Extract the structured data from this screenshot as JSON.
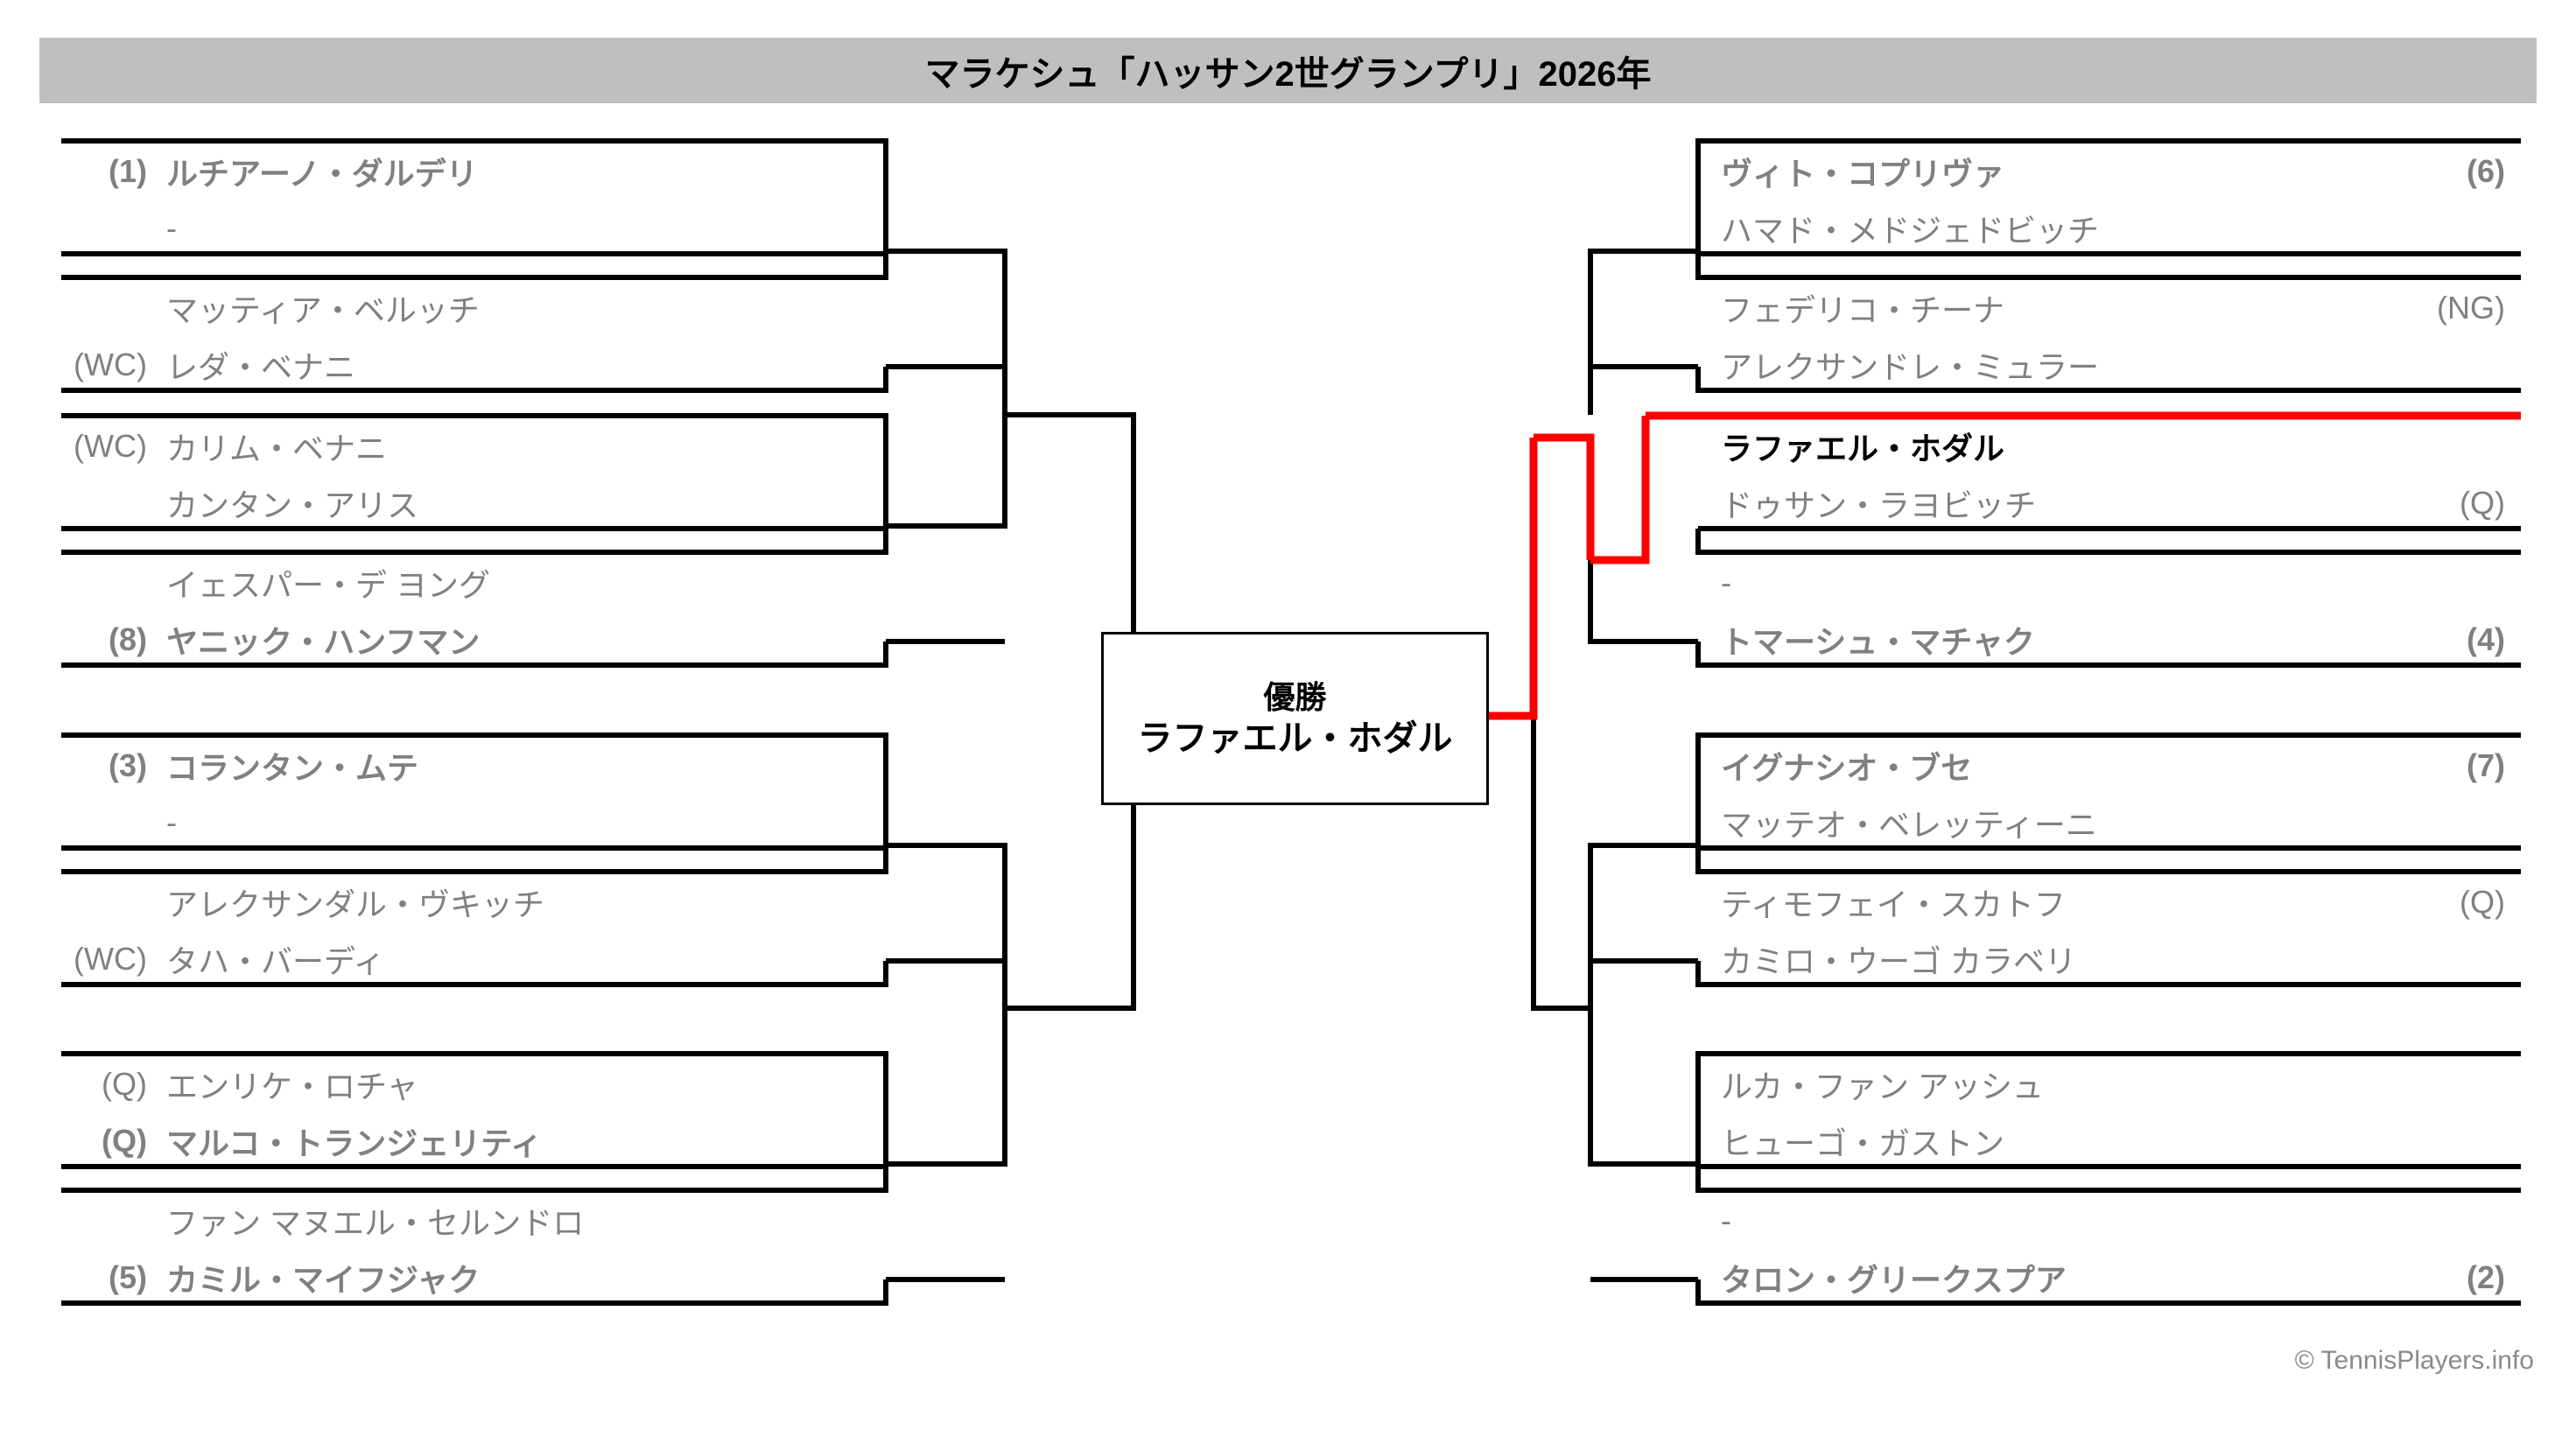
{
  "header": {
    "title": "マラケシュ「ハッサン2世グランプリ」2026年",
    "band_color": "#bfbfbf"
  },
  "colors": {
    "line": "#000000",
    "highlight": "#ff0000",
    "loser_text": "#808080",
    "winner_text": "#808080",
    "champion_text": "#000000"
  },
  "champion_box": {
    "label": "優勝",
    "name": "ラファエル・ホダル"
  },
  "left_half": {
    "slots": [
      {
        "seed": "(1)",
        "name": "ルチアーノ・ダルデリ",
        "state": "winner"
      },
      {
        "seed": "",
        "name": "-",
        "state": "loser"
      },
      {
        "seed": "",
        "name": "マッティア・ベルッチ",
        "state": "loser"
      },
      {
        "seed": "(WC)",
        "name": "レダ・ベナニ",
        "state": "loser"
      },
      {
        "seed": "(WC)",
        "name": "カリム・ベナニ",
        "state": "loser"
      },
      {
        "seed": "",
        "name": "カンタン・アリス",
        "state": "loser"
      },
      {
        "seed": "",
        "name": "イェスパー・デ ヨング",
        "state": "loser"
      },
      {
        "seed": "(8)",
        "name": "ヤニック・ハンフマン",
        "state": "winner"
      },
      {
        "seed": "(3)",
        "name": "コランタン・ムテ",
        "state": "winner"
      },
      {
        "seed": "",
        "name": "-",
        "state": "loser"
      },
      {
        "seed": "",
        "name": "アレクサンダル・ヴキッチ",
        "state": "loser"
      },
      {
        "seed": "(WC)",
        "name": "タハ・バーディ",
        "state": "loser"
      },
      {
        "seed": "(Q)",
        "name": "エンリケ・ロチャ",
        "state": "loser"
      },
      {
        "seed": "(Q)",
        "name": "マルコ・トランジェリティ",
        "state": "winner"
      },
      {
        "seed": "",
        "name": "ファン マヌエル・セルンドロ",
        "state": "loser"
      },
      {
        "seed": "(5)",
        "name": "カミル・マイフジャク",
        "state": "winner"
      }
    ]
  },
  "right_half": {
    "slots": [
      {
        "name": "ヴィト・コプリヴァ",
        "seed": "(6)",
        "state": "winner"
      },
      {
        "name": "ハマド・メドジェドビッチ",
        "seed": "",
        "state": "loser"
      },
      {
        "name": "フェデリコ・チーナ",
        "seed": "(NG)",
        "state": "loser"
      },
      {
        "name": "アレクサンドレ・ミュラー",
        "seed": "",
        "state": "loser"
      },
      {
        "name": "ラファエル・ホダル",
        "seed": "",
        "state": "champion"
      },
      {
        "name": "ドゥサン・ラヨビッチ",
        "seed": "(Q)",
        "state": "loser"
      },
      {
        "name": "-",
        "seed": "",
        "state": "loser"
      },
      {
        "name": "トマーシュ・マチャク",
        "seed": "(4)",
        "state": "winner"
      },
      {
        "name": "イグナシオ・ブセ",
        "seed": "(7)",
        "state": "winner"
      },
      {
        "name": "マッテオ・ベレッティーニ",
        "seed": "",
        "state": "loser"
      },
      {
        "name": "ティモフェイ・スカトフ",
        "seed": "(Q)",
        "state": "loser"
      },
      {
        "name": "カミロ・ウーゴ カラベリ",
        "seed": "",
        "state": "loser"
      },
      {
        "name": "ルカ・ファン アッシュ",
        "seed": "",
        "state": "loser"
      },
      {
        "name": "ヒューゴ・ガストン",
        "seed": "",
        "state": "loser"
      },
      {
        "name": "-",
        "seed": "",
        "state": "loser"
      },
      {
        "name": "タロン・グリークスプア",
        "seed": "(2)",
        "state": "winner"
      }
    ]
  },
  "footer": {
    "copyright": "© TennisPlayers.info"
  }
}
